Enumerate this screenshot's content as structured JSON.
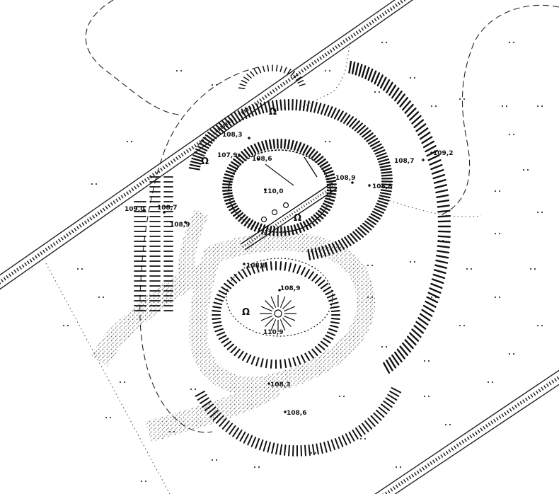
{
  "map": {
    "elevations": {
      "e1": "108,3",
      "e2": "107,9",
      "e3": "108,6",
      "e4": "110,0",
      "e5": "108,9",
      "e6": "108,8",
      "e7": "108,7",
      "e8": "109,2",
      "e9": "109,0",
      "e10": "108,7",
      "e11": "108,9",
      "e12": "108,8",
      "e13": "108,9",
      "e14": "110,9",
      "e15": "108,3",
      "e16": "108,6"
    },
    "symbols": {
      "mound": "Ω"
    }
  }
}
